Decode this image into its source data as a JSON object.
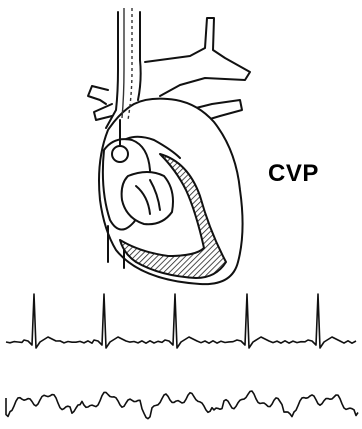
{
  "figure": {
    "label": "CVP",
    "line_color": "#111111",
    "fill_color": "#ffffff",
    "hatch_color": "#222222",
    "catheter_color": "#333333",
    "panels": [
      {
        "name": "heart-with-cvp-catheter"
      },
      {
        "name": "ecg-trace"
      },
      {
        "name": "cvp-pressure-trace"
      }
    ]
  }
}
